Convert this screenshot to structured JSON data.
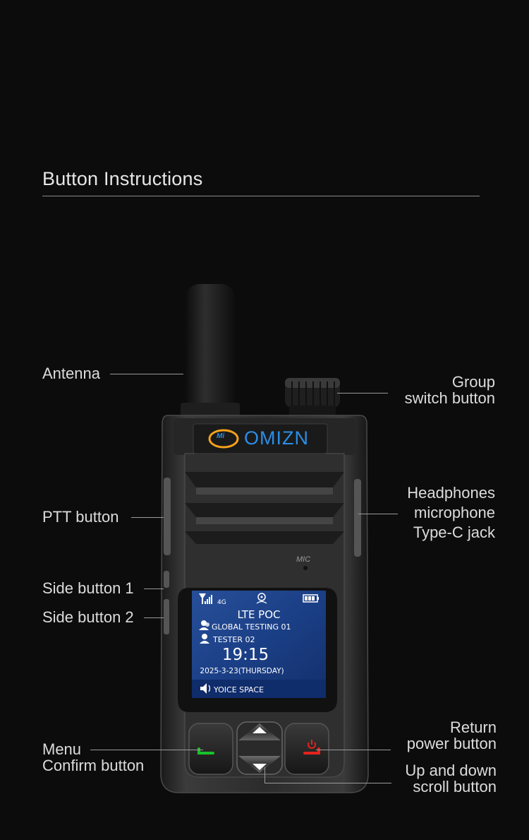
{
  "heading": "Button Instructions",
  "brand": {
    "logo_text": "OMIZN",
    "logo_mark": "Mi",
    "logo_mark_color": "#f7a21b",
    "logo_text_color": "#2a8ee6"
  },
  "device": {
    "mic_label": "MIC"
  },
  "screen": {
    "network": "4G",
    "title": "LTE POC",
    "group": "GLOBAL TESTING 01",
    "user": "TESTER 02",
    "time": "19:15",
    "date": "2025-3-23(THURSDAY)",
    "status": "YOICE SPACE"
  },
  "callouts": {
    "antenna": "Antenna",
    "group_switch_line1": "Group",
    "group_switch_line2": "switch button",
    "ptt": "PTT button",
    "headphones_line1": "Headphones",
    "headphones_line2": "microphone",
    "headphones_line3": "Type-C jack",
    "side1": "Side button 1",
    "side2": "Side button 2",
    "menu_line1": "Menu",
    "menu_line2": "Confirm button",
    "return_line1": "Return",
    "return_line2": "power button",
    "updown_line1": "Up and down",
    "updown_line2": "scroll button"
  },
  "colors": {
    "accept_green": "#19c12c",
    "power_red": "#e3231c",
    "screen_blue": "#1d4f9c"
  }
}
